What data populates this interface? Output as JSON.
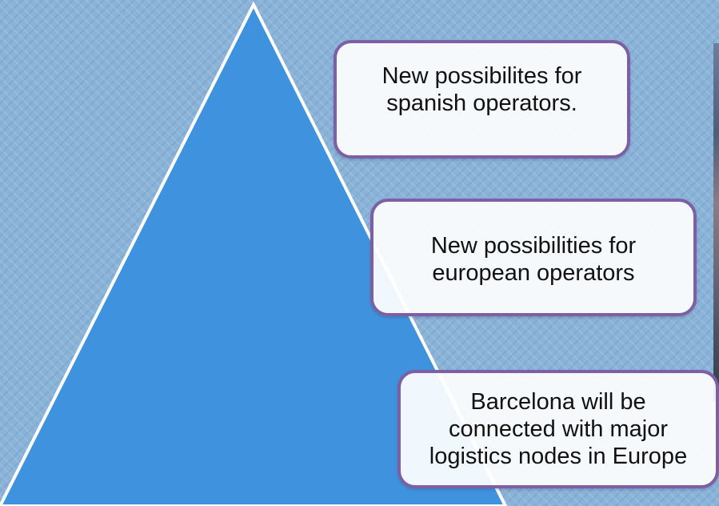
{
  "diagram": {
    "colors": {
      "background": "#8ab3d8",
      "pyramid": "#3f93de",
      "pyramid_outline": "#ffffff",
      "box_border": "#7d5fa6",
      "box_fill": "#ffffff"
    },
    "boxes": [
      {
        "lines": [
          "New possibilites for",
          "spanish operators."
        ]
      },
      {
        "lines": [
          "New possibilities for",
          "european operators"
        ]
      },
      {
        "lines": [
          "Barcelona will be",
          "connected with major",
          "logistics nodes in Europe"
        ]
      }
    ]
  }
}
